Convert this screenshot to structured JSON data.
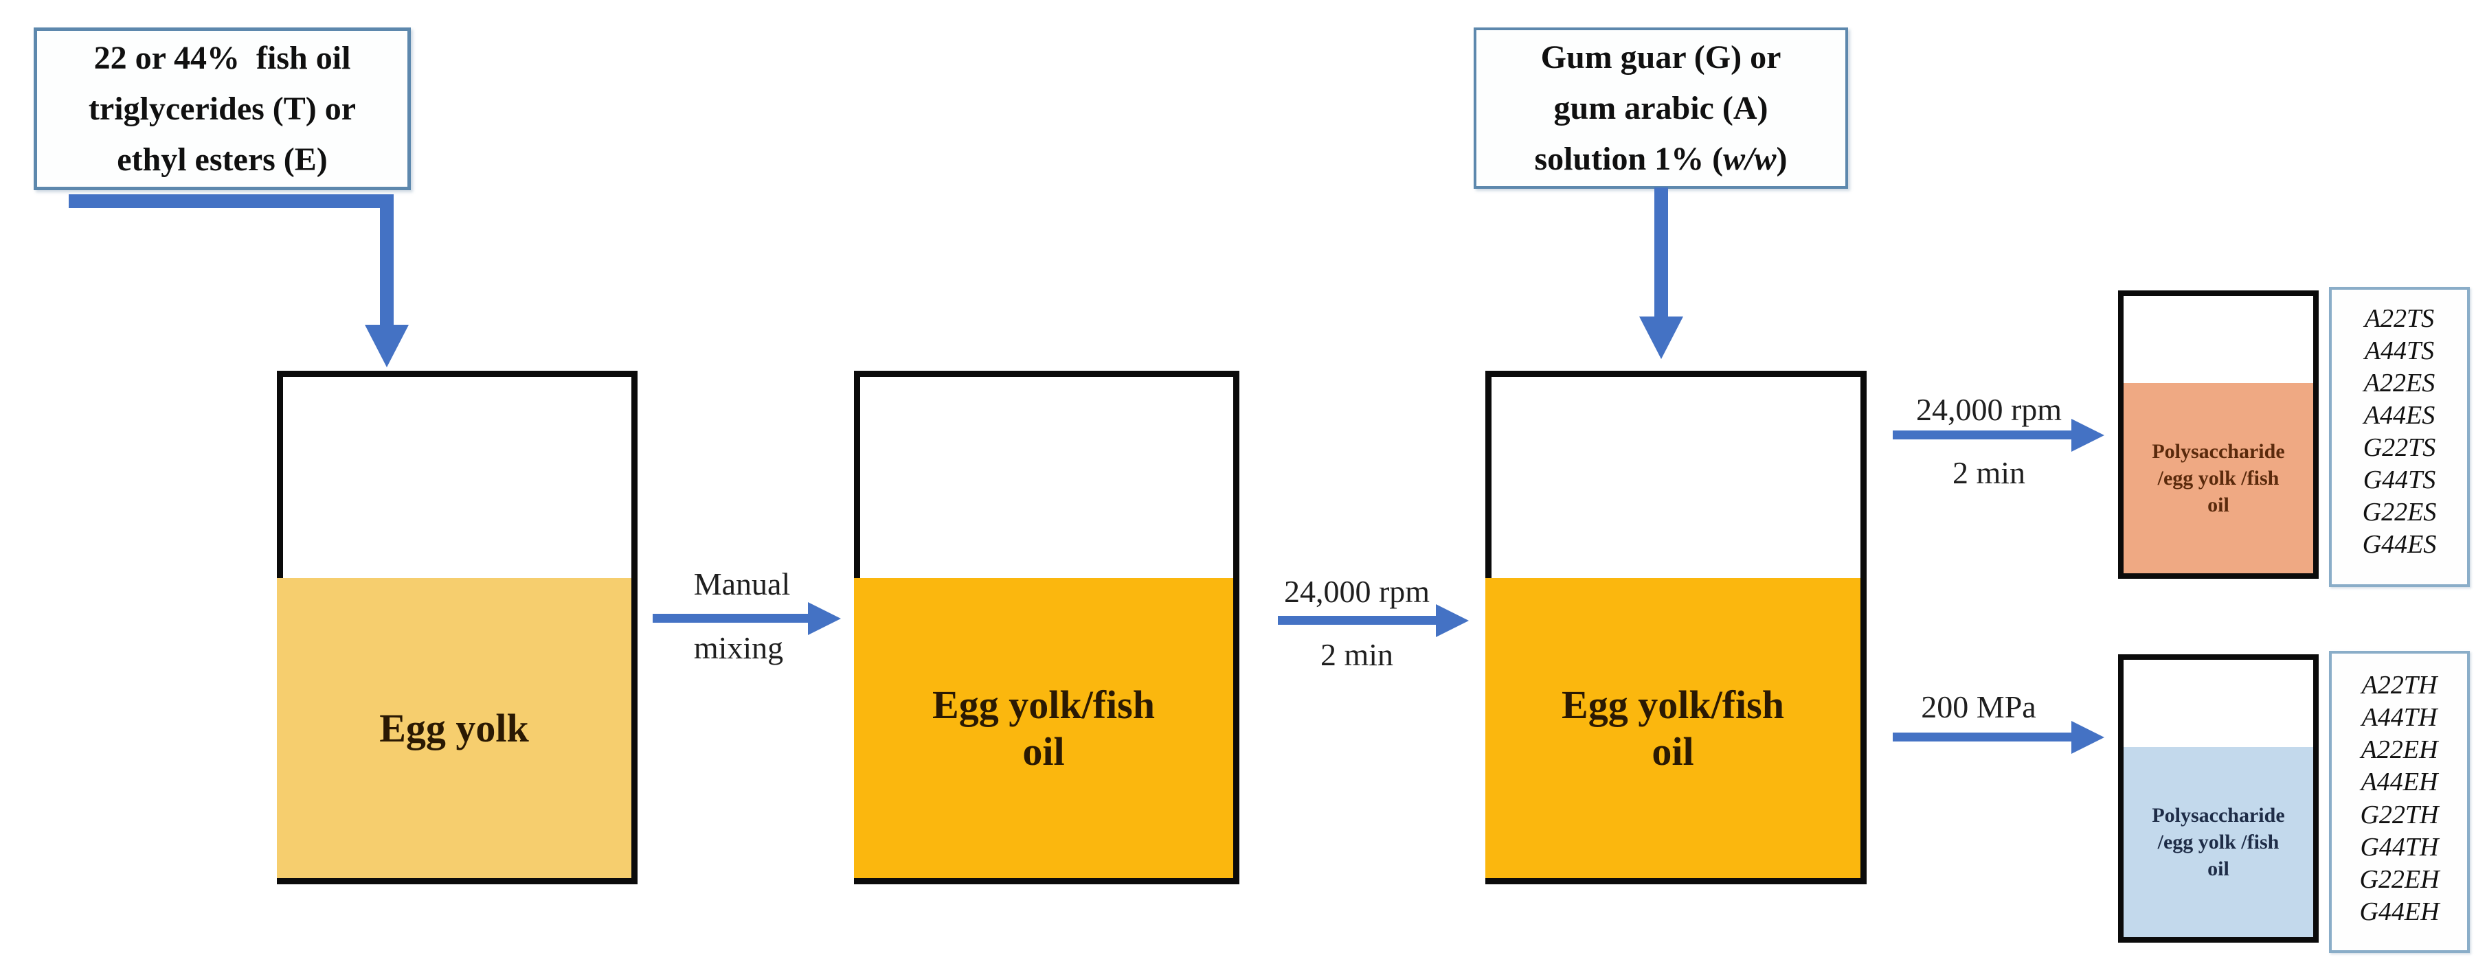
{
  "figure": {
    "description": "Preparation flowchart of polysaccharide/egg yolk/fish oil emulsions"
  },
  "boxes": {
    "fish_oil": {
      "lines": [
        "22 or 44%  fish oil",
        "triglycerides (T) or",
        "ethyl esters (E)"
      ]
    },
    "gum": {
      "line1": "Gum guar (G) or",
      "line2": "gum arabic (A)",
      "line3_prefix": "solution 1% (",
      "line3_italic": "w/w",
      "line3_suffix": ")"
    }
  },
  "beakers": {
    "egg_yolk": {
      "label": "Egg yolk"
    },
    "egg_yolk_fish_oil_1": {
      "line1": "Egg yolk/fish",
      "line2": "oil"
    },
    "egg_yolk_fish_oil_2": {
      "line1": "Egg yolk/fish",
      "line2": "oil"
    }
  },
  "arrows": {
    "manual": {
      "line1": "Manual",
      "line2": "mixing"
    },
    "homogenize1": {
      "line1": "24,000 rpm",
      "line2": "2 min"
    },
    "homogenize2": {
      "line1": "24,000 rpm",
      "line2": "2 min"
    },
    "pressure": {
      "label": "200 MPa"
    }
  },
  "outputs": {
    "top": {
      "beaker_lines": [
        "Polysaccharide",
        "/egg yolk /fish",
        "oil"
      ],
      "codes": [
        "A22TS",
        "A44TS",
        "A22ES",
        "A44ES",
        "G22TS",
        "G44TS",
        "G22ES",
        "G44ES"
      ]
    },
    "bottom": {
      "beaker_lines": [
        "Polysaccharide",
        "/egg yolk /fish",
        "oil"
      ],
      "codes": [
        "A22TH",
        "A44TH",
        "A22EH",
        "A44EH",
        "G22TH",
        "G44TH",
        "G22EH",
        "G44EH"
      ]
    }
  },
  "colors": {
    "arrow_blue": "#4472c4",
    "box_border": "#5d88ad",
    "list_border": "#8aadc8",
    "beaker_border": "#0b0b0b",
    "yolk": "#f6ce6e",
    "egg_oil": "#fbb70e",
    "salmon": "#efa983",
    "light_blue": "#c3d9ec",
    "beaker_text": "#2a1903",
    "poly_top_text": "#5a2a0c",
    "poly_bottom_text": "#1e2c47",
    "label_text": "#1f1f1f"
  }
}
